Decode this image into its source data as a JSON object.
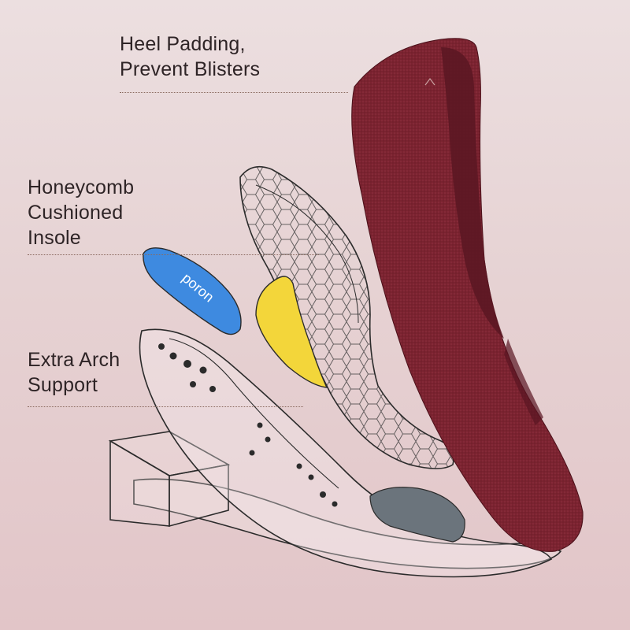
{
  "callouts": {
    "heel": {
      "line1": "Heel Padding,",
      "line2": "Prevent Blisters"
    },
    "insole": {
      "line1": "Honeycomb",
      "line2": "Cushioned",
      "line3": "Insole"
    },
    "arch": {
      "line1": "Extra Arch",
      "line2": "Support"
    }
  },
  "pad_logo": "poron",
  "colors": {
    "shoe": "#7b2330",
    "shoe_dark": "#5a1622",
    "blue_pad": "#3e8ae0",
    "yellow_pad": "#f3d63a",
    "grey_pad": "#6b747c",
    "outline": "#2b2b2b",
    "leader": "#8a6a5f"
  }
}
